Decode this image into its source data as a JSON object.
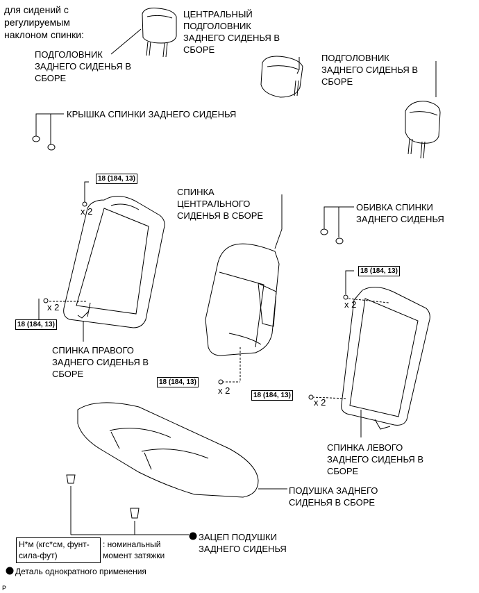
{
  "labels": {
    "adjustable_note": "для сидений с\nрегулируемым\nнаклоном спинки:",
    "rear_headrest_left_label": "ПОДГОЛОВНИК\nЗАДНЕГО СИДЕНЬЯ В\nСБОРЕ",
    "center_headrest": "ЦЕНТРАЛЬНЫЙ\nПОДГОЛОВНИК\nЗАДНЕГО СИДЕНЬЯ В\nСБОРЕ",
    "rear_headrest_right_label": "ПОДГОЛОВНИК\nЗАДНЕГО СИДЕНЬЯ В\nСБОРЕ",
    "seatback_cover": "КРЫШКА СПИНКИ ЗАДНЕГО СИДЕНЬЯ",
    "center_seatback": "СПИНКА\nЦЕНТРАЛЬНОГО\nСИДЕНЬЯ В СБОРЕ",
    "seatback_trim": "ОБИВКА СПИНКИ\nЗАДНЕГО СИДЕНЬЯ",
    "right_seatback": "СПИНКА ПРАВОГО\nЗАДНЕГО СИДЕНЬЯ В\nСБОРЕ",
    "left_seatback": "СПИНКА ЛЕВОГО\nЗАДНЕГО СИДЕНЬЯ В\nСБОРЕ",
    "cushion": "ПОДУШКА ЗАДНЕГО\nСИДЕНЬЯ В СБОРЕ",
    "cushion_hook": "ЗАЦЕП ПОДУШКИ\nЗАДНЕГО СИДЕНЬЯ",
    "figure_code": "P"
  },
  "torque": {
    "spec": "18 (184, 13)",
    "multiplier": "x 2"
  },
  "legend": {
    "units": "Н*м (кгс*см, фунт-\nсила-фут)",
    "units_desc": ": номинальный\nмомент затяжки",
    "single_use": "Деталь однократного применения"
  }
}
